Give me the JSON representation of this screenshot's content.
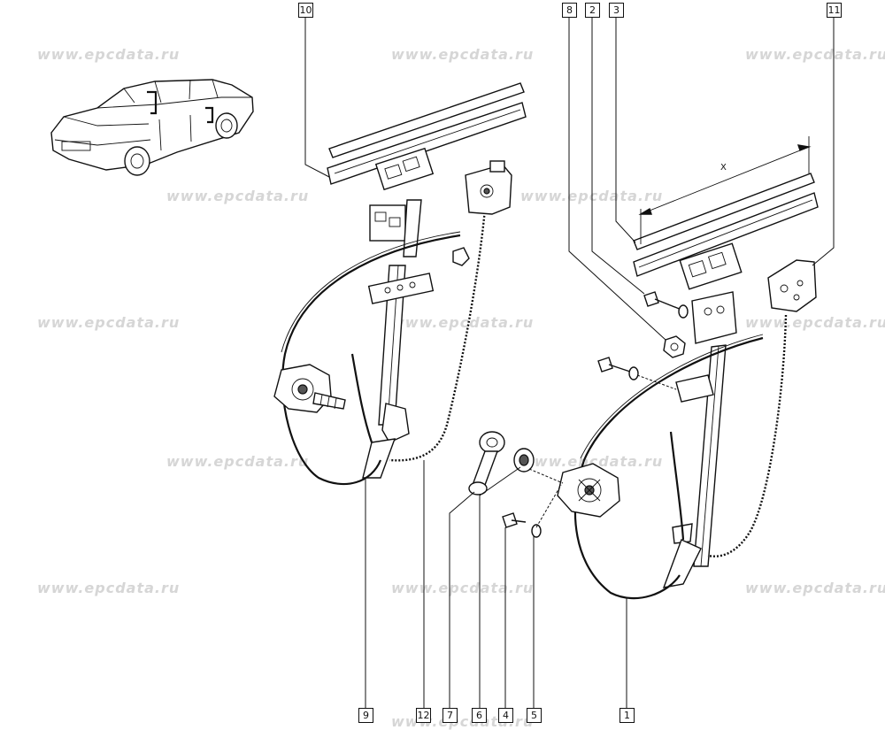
{
  "watermark": {
    "text": "www.epcdata.ru",
    "color": "#d6d6d6"
  },
  "callouts": {
    "c10": "10",
    "c8": "8",
    "c2": "2",
    "c3": "3",
    "c11": "11",
    "c9": "9",
    "c12": "12",
    "c7": "7",
    "c6": "6",
    "c4": "4",
    "c5": "5",
    "c1": "1"
  },
  "dimension_label": "X",
  "icons": {
    "vehicle": "sedan-car-icon",
    "door_marker": "door-position-marker-icon"
  }
}
